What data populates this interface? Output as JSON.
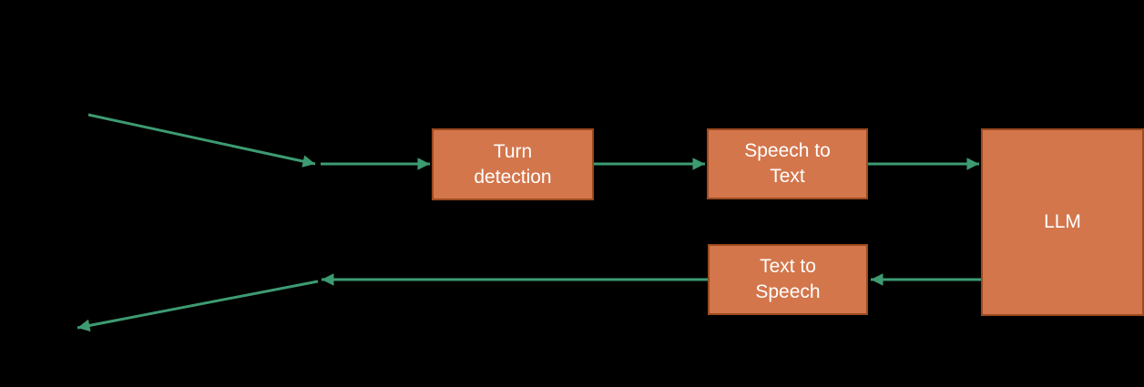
{
  "diagram": {
    "background_color": "#000000",
    "node_fill_color": "#D3764C",
    "node_border_color": "#9C4A1E",
    "node_text_color": "#FFFFFF",
    "arrow_color": "#3D9B72",
    "nodes": [
      {
        "id": "turn-detection",
        "label": "Turn detection",
        "line1": "Turn",
        "line2": "detection"
      },
      {
        "id": "speech-to-text",
        "label": "Speech to Text",
        "line1": "Speech to",
        "line2": "Text"
      },
      {
        "id": "text-to-speech",
        "label": "Text to Speech",
        "line1": "Text to",
        "line2": "Speech"
      },
      {
        "id": "llm",
        "label": "LLM",
        "line1": "LLM"
      }
    ],
    "edges": [
      {
        "from": "audio-input",
        "to": "junction-in",
        "direction": "down-right"
      },
      {
        "from": "junction-in",
        "to": "turn-detection",
        "direction": "right"
      },
      {
        "from": "turn-detection",
        "to": "speech-to-text",
        "direction": "right"
      },
      {
        "from": "speech-to-text",
        "to": "llm",
        "direction": "right"
      },
      {
        "from": "llm",
        "to": "text-to-speech",
        "direction": "left"
      },
      {
        "from": "text-to-speech",
        "to": "junction-out",
        "direction": "left"
      },
      {
        "from": "junction-out",
        "to": "audio-output",
        "direction": "down-left"
      }
    ]
  }
}
